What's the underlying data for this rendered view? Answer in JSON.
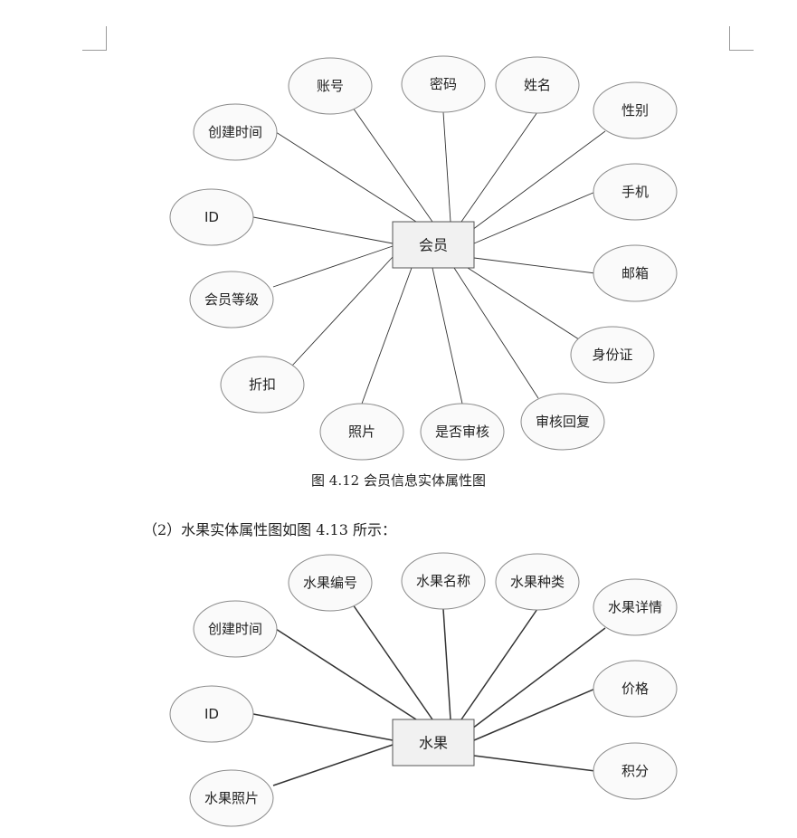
{
  "caption_fig_4_12": "图 4.12   会员信息实体属性图",
  "section_text": "（2）水果实体属性图如图 4.13 所示：",
  "diagram1": {
    "entity": "会员",
    "attributes": [
      "账号",
      "密码",
      "姓名",
      "性别",
      "创建时间",
      "手机",
      "ID",
      "邮箱",
      "会员等级",
      "身份证",
      "折扣",
      "照片",
      "是否审核",
      "审核回复"
    ]
  },
  "diagram2": {
    "entity": "水果",
    "attributes": [
      "水果编号",
      "水果名称",
      "水果种类",
      "水果详情",
      "创建时间",
      "价格",
      "ID",
      "积分",
      "水果照片"
    ]
  }
}
